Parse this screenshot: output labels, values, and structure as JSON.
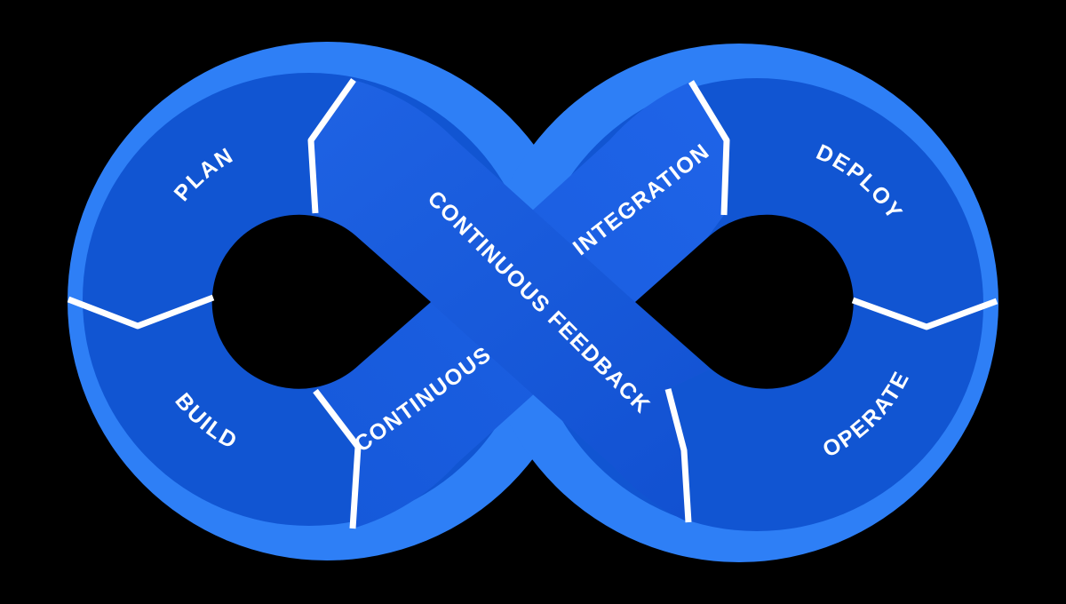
{
  "diagram": {
    "title": "devops-infinity-loop",
    "segments": {
      "plan": "PLAN",
      "build": "BUILD",
      "continuous": "CONTINUOUS",
      "integration": "INTEGRATION",
      "feedback": "CONTINUOUS FEEDBACK",
      "deploy": "DEPLOY",
      "operate": "OPERATE"
    },
    "colors": {
      "background": "#000000",
      "highlight_edge": "#2E7FF6",
      "ring": "#1155D2",
      "band_start": "#1659DA",
      "band_end": "#1F64E8",
      "feedback_band_start": "#1E62E3",
      "feedback_band_end": "#1150D0",
      "hole": "#000000",
      "divider": "#FFFFFF",
      "label_text": "#FFFFFF"
    }
  }
}
